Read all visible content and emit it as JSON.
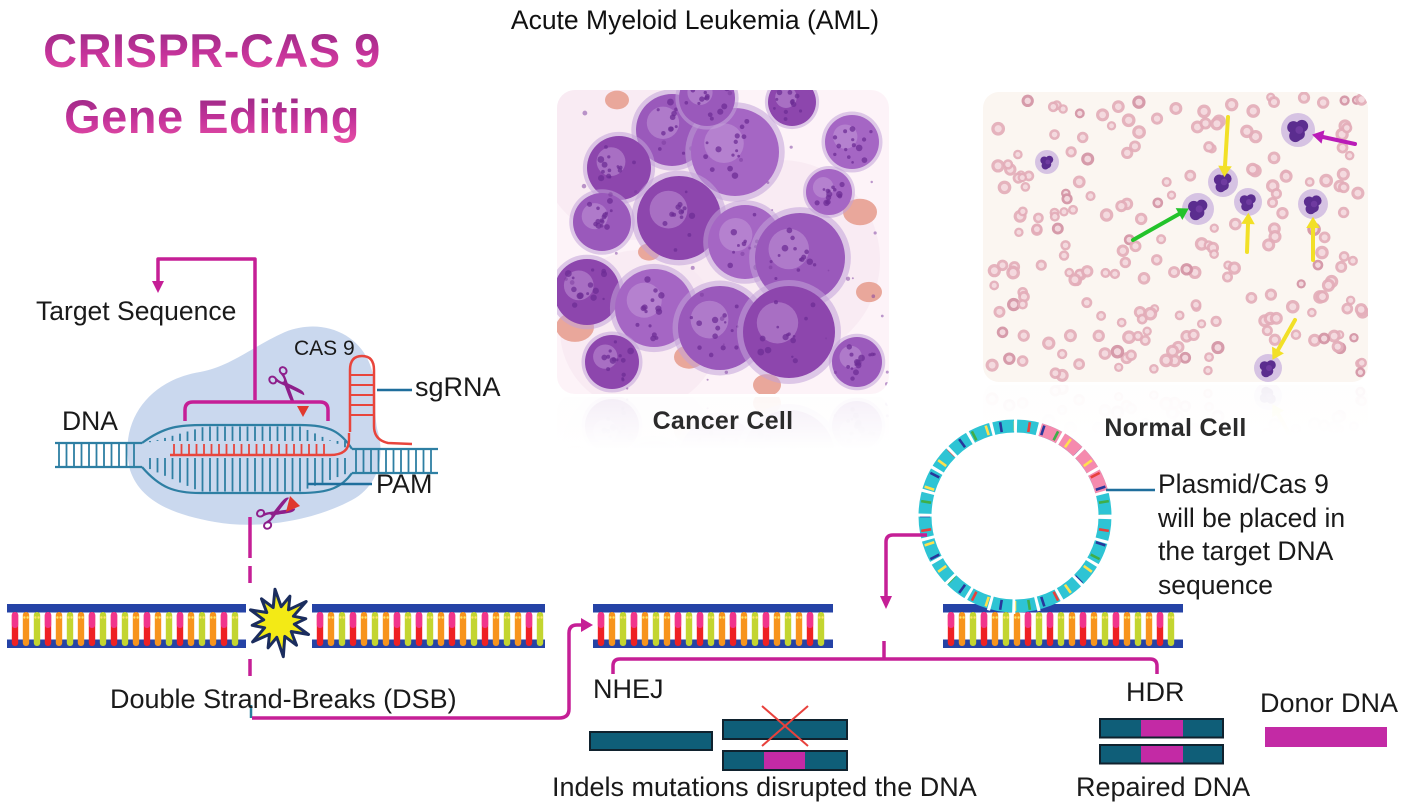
{
  "title": {
    "line1": "CRISPR-CAS 9",
    "line2": "Gene Editing"
  },
  "heading": "Acute Myeloid Leukemia (AML)",
  "panels": {
    "cancer": {
      "label": "Cancer Cell"
    },
    "normal": {
      "label": "Normal Cell"
    }
  },
  "diagram": {
    "target_sequence_label": "Target Sequence",
    "dna_label": "DNA",
    "cas9_label": "CAS 9",
    "sgrna_label": "sgRNA",
    "pam_label": "PAM"
  },
  "dsb_label": "Double Strand-Breaks (DSB)",
  "plasmid_note_lines": [
    "Plasmid/Cas 9",
    "will be placed in",
    "the target DNA",
    "sequence"
  ],
  "pathways": {
    "nhej_label": "NHEJ",
    "nhej_caption": "Indels mutations disrupted the DNA",
    "hdr_label": "HDR",
    "hdr_caption": "Repaired DNA",
    "donor_label": "Donor DNA"
  },
  "colors": {
    "magenta_line": "#c51f96",
    "dna_rail": "#2543a6",
    "teal_bar": "#0f5e78",
    "insert_magenta": "#c32aa5",
    "starburst_yellow": "#f3ea15",
    "helix_teal": "#2e7fa3",
    "sgrna_red": "#e8453c",
    "pointer_blue": "#1f6e9c",
    "scissors_purple": "#8e1f8b",
    "cas9_blob": "#cad8ee"
  }
}
